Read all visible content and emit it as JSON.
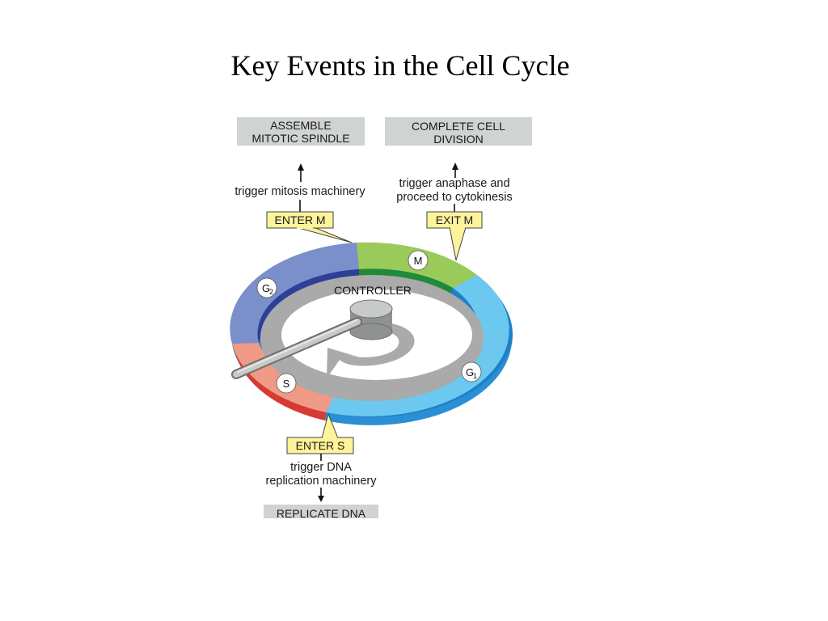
{
  "title": "Key Events in the Cell Cycle",
  "top_boxes": {
    "assemble_line1": "ASSEMBLE",
    "assemble_line2": "MITOTIC SPINDLE",
    "complete_line1": "COMPLETE CELL",
    "complete_line2": "DIVISION"
  },
  "triggers": {
    "mitosis": "trigger mitosis machinery",
    "anaphase_line1": "trigger anaphase and",
    "anaphase_line2": "proceed to cytokinesis",
    "dna_line1": "trigger DNA",
    "dna_line2": "replication machinery"
  },
  "checkpoints": {
    "enter_m": "ENTER M",
    "exit_m": "EXIT M",
    "enter_s": "ENTER S"
  },
  "bottom_box": "REPLICATE DNA",
  "phases": {
    "g2": "G",
    "g2_sub": "2",
    "m": "M",
    "s": "S",
    "g1": "G",
    "g1_sub": "1"
  },
  "controller_label": "CONTROLLER",
  "colors": {
    "g2": "#7b8fcb",
    "m": "#9acb5a",
    "g1": "#6dc8ef",
    "s": "#ef9a85",
    "label_box_grey": "#cfd3d1",
    "checkpoint_yellow": "#fdf39a",
    "track_grey": "#a9aaa9"
  }
}
